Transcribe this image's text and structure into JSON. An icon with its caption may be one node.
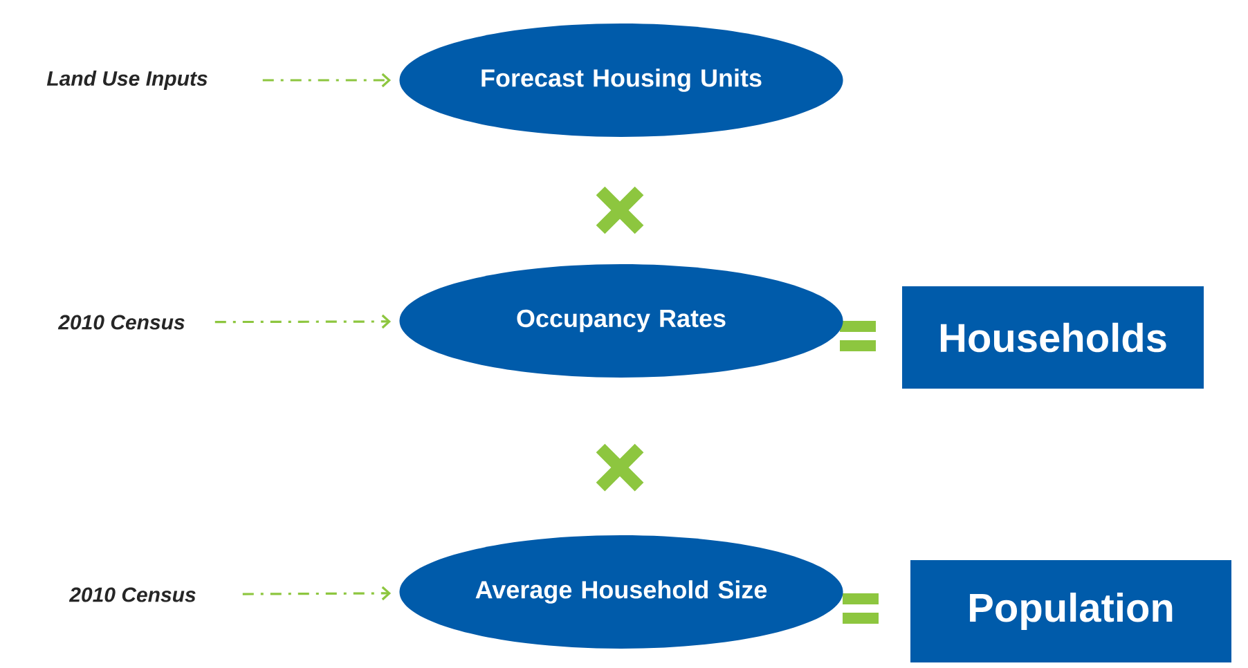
{
  "diagram": {
    "nodes": [
      {
        "text": [
          "Land Use Inputs"
        ]
      },
      {
        "text": [
          "Forecast Housing Units"
        ]
      },
      {
        "text": [
          "2010 Census"
        ]
      },
      {
        "text": [
          "Occupancy Rates"
        ]
      },
      {
        "text": [
          "Households"
        ]
      },
      {
        "text": [
          "2010 Census"
        ]
      },
      {
        "text": [
          "Average Household Size"
        ]
      },
      {
        "text": [
          "Population"
        ]
      }
    ],
    "edges": [
      {
        "from": 0,
        "to": 1,
        "arrow": "to",
        "style": "dashed"
      },
      {
        "from": 2,
        "to": 3,
        "arrow": "to",
        "style": "dashed"
      },
      {
        "from": 5,
        "to": 6,
        "arrow": "to",
        "style": "dashed"
      }
    ]
  }
}
